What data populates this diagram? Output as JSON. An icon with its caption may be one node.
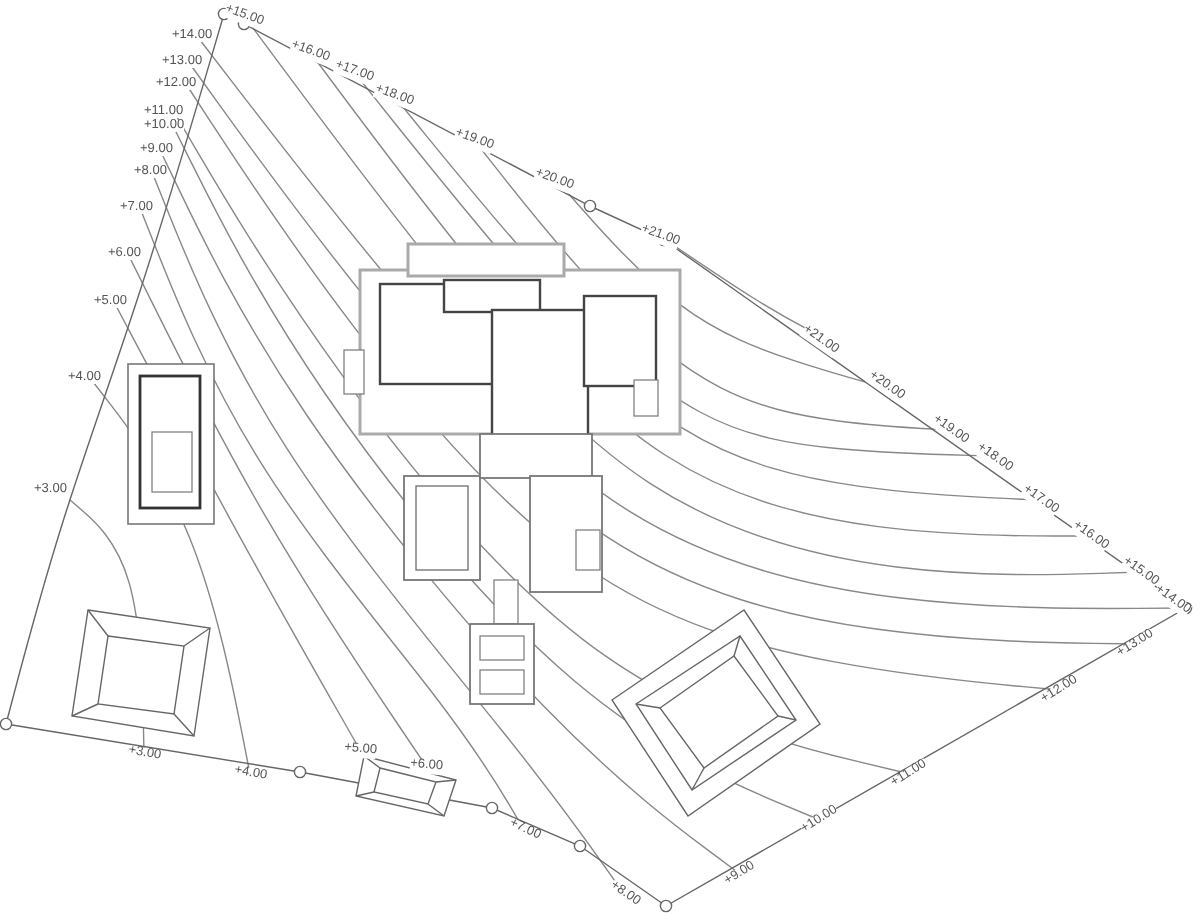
{
  "diagram": {
    "labels": [
      "+15.00",
      "+14.00",
      "+16.00",
      "+13.00",
      "+17.00",
      "+12.00",
      "+18.00",
      "+11.00",
      "+10.00",
      "+19.00",
      "+9.00",
      "+8.00",
      "+20.00",
      "+7.00",
      "+21.00",
      "+6.00",
      "+5.00",
      "+21.00",
      "+4.00",
      "+20.00",
      "+19.00",
      "+18.00",
      "+3.00",
      "+17.00",
      "+16.00",
      "+15.00",
      "+14.00",
      "+13.00",
      "+12.00",
      "+3.00",
      "+5.00",
      "+6.00",
      "+4.00",
      "+11.00",
      "+10.00",
      "+7.00",
      "+9.00",
      "+8.00"
    ]
  }
}
